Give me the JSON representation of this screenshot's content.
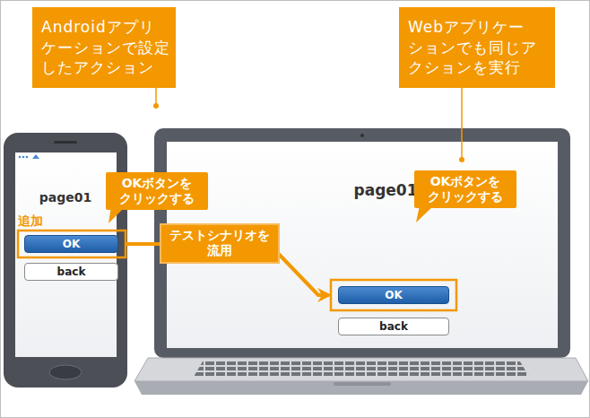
{
  "diagram": {
    "nodes": [
      {
        "text": [
          "Androidアプリ ケーションで設定 したアクション"
        ]
      },
      {
        "text": [
          "Webアプリケー ションでも同じア クションを実行"
        ]
      },
      {
        "text": [
          "OKボタンを クリックする"
        ]
      },
      {
        "text": [
          "OK"
        ]
      },
      {
        "text": [
          "back"
        ]
      },
      {
        "text": [
          "OKボタンを クリックする"
        ]
      },
      {
        "text": [
          "OK"
        ]
      },
      {
        "text": [
          "back"
        ]
      }
    ],
    "edges": [
      {
        "from": 3,
        "to": 6,
        "arrow": "to",
        "label": "テストシナリオを 流用"
      }
    ],
    "labels": [
      "page01",
      "追加",
      "page01"
    ]
  }
}
